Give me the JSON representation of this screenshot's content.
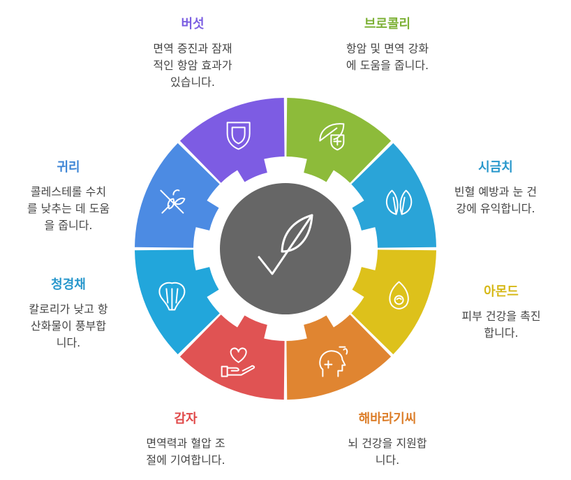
{
  "colors": {
    "center": "#666666",
    "icon_stroke": "#ffffff",
    "text": "#444444"
  },
  "items": [
    {
      "key": "broccoli",
      "title": "브로콜리",
      "desc": [
        "항암 및 면역 강화",
        "에 도움을 줍니다."
      ],
      "color": "#8dbb3a",
      "title_color": "#7db136",
      "icon": "leaf-shield-icon"
    },
    {
      "key": "spinach",
      "title": "시금치",
      "desc": [
        "빈혈 예방과 눈 건",
        "강에 유익합니다."
      ],
      "color": "#2aa4d8",
      "title_color": "#2797cb",
      "icon": "spinach-leaves-icon"
    },
    {
      "key": "almond",
      "title": "아몬드",
      "desc": [
        "피부 건강을 촉진",
        "합니다."
      ],
      "color": "#ddc11b",
      "title_color": "#d6b817",
      "icon": "almond-icon"
    },
    {
      "key": "sunflower",
      "title": "해바라기씨",
      "desc": [
        "뇌 건강을 지원합",
        "니다."
      ],
      "color": "#e08531",
      "title_color": "#dc7e2a",
      "icon": "head-plus-minus-icon"
    },
    {
      "key": "potato",
      "title": "감자",
      "desc": [
        "면역력과 혈압 조",
        "절에 기여합니다."
      ],
      "color": "#e05353",
      "title_color": "#e04848",
      "icon": "heart-hand-icon"
    },
    {
      "key": "bokchoy",
      "title": "청경채",
      "desc": [
        "칼로리가 낮고 항",
        "산화물이 풍부합",
        "니다."
      ],
      "color": "#22a6db",
      "title_color": "#2897cc",
      "icon": "bokchoy-icon"
    },
    {
      "key": "wood_ear",
      "title": "귀리",
      "desc": [
        "콜레스테롤 수치",
        "를 낮추는 데 도움",
        "을 줍니다."
      ],
      "color": "#4c8be3",
      "title_color": "#3f86d6",
      "icon": "no-grain-icon"
    },
    {
      "key": "mushroom",
      "title": "버섯",
      "desc": [
        "면역 증진과 잠재",
        "적인 항암 효과가",
        "있습니다."
      ],
      "color": "#7d5ce3",
      "title_color": "#7b5ee2",
      "icon": "shield-icon"
    }
  ],
  "center_icon": "leaf-check-icon"
}
